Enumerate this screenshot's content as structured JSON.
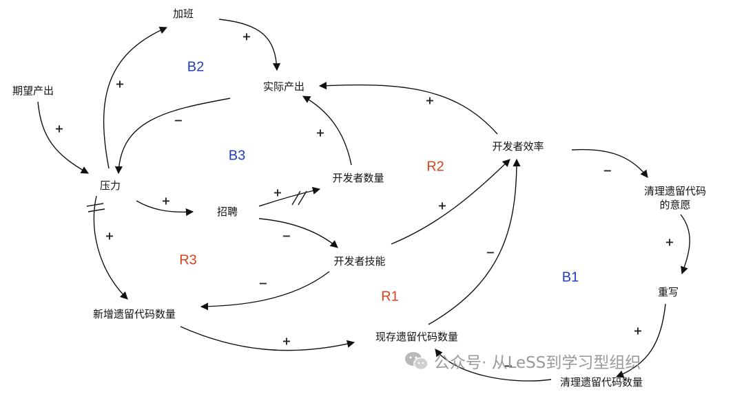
{
  "nodes": {
    "overtime": "加班",
    "expected_output": "期望产出",
    "actual_output": "实际产出",
    "pressure": "压力",
    "recruiting": "招聘",
    "developer_count": "开发者数量",
    "developer_efficiency": "开发者效率",
    "developer_skill": "开发者技能",
    "new_legacy_code": "新增遗留代码数量",
    "existing_legacy_code": "现存遗留代码数量",
    "cleanup_will_line1": "清理遗留代码",
    "cleanup_will_line2": "的意愿",
    "rewrite": "重写",
    "cleaned_legacy_code": "清理遗留代码数量"
  },
  "loops": {
    "b2": "B2",
    "b3": "B3",
    "b1": "B1",
    "r1": "R1",
    "r2": "R2",
    "r3": "R3"
  },
  "signs": {
    "overtime_to_output": "+",
    "pressure_to_overtime": "+",
    "expected_to_pressure": "+",
    "output_to_pressure": "−",
    "devcount_to_output": "+",
    "efficiency_to_output": "+",
    "pressure_to_recruiting": "+",
    "recruiting_to_devcount": "+",
    "recruiting_to_skill": "−",
    "skill_to_efficiency": "+",
    "pressure_to_newcode": "+",
    "skill_to_newcode": "−",
    "newcode_to_existing": "+",
    "existing_to_efficiency": "−",
    "efficiency_to_cleanup": "−",
    "cleanup_to_rewrite": "+",
    "rewrite_to_cleaned": "+",
    "cleaned_to_existing": "−"
  },
  "watermark": {
    "text": "公众号· 从LeSS到学习型组织"
  },
  "colors": {
    "reinforcing": "#d8421c",
    "balancing": "#1f3fbf"
  }
}
